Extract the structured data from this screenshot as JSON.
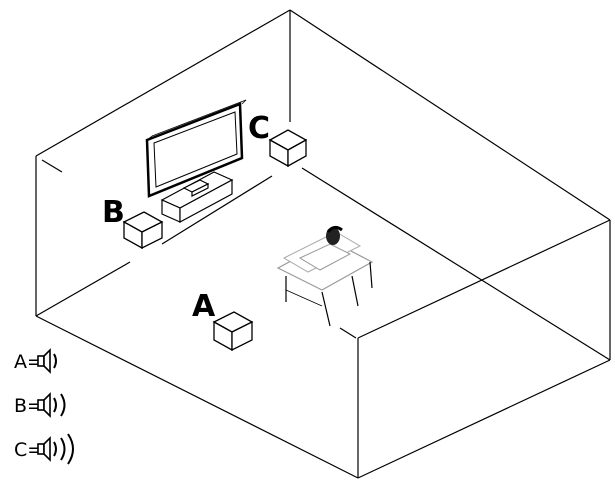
{
  "speakers": [
    {
      "id": "A",
      "label": "A"
    },
    {
      "id": "B",
      "label": "B"
    },
    {
      "id": "C",
      "label": "C"
    }
  ],
  "legend": [
    {
      "text": "A=",
      "wave_count": 1
    },
    {
      "text": "B=",
      "wave_count": 2
    },
    {
      "text": "C=",
      "wave_count": 3
    }
  ]
}
